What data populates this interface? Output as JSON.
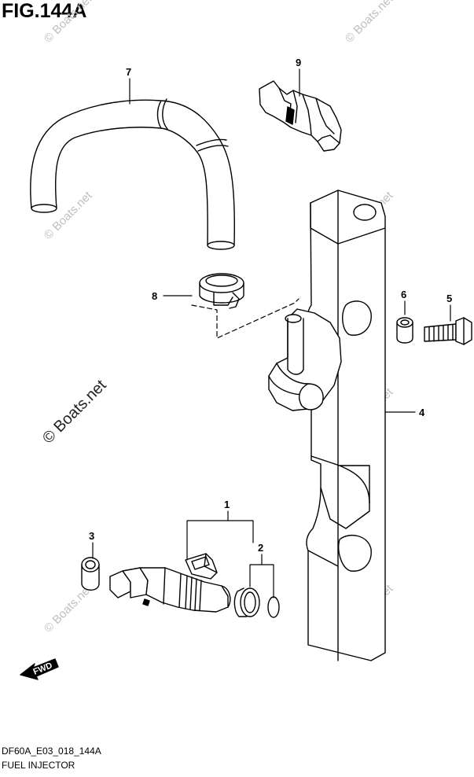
{
  "figure": {
    "title": "FIG.144A",
    "code": "DF60A_E03_018_144A",
    "name": "FUEL INJECTOR"
  },
  "callouts": [
    "1",
    "2",
    "3",
    "4",
    "5",
    "6",
    "7",
    "8",
    "9"
  ],
  "watermark": "© Boats.net",
  "fwd_label": "FWD"
}
